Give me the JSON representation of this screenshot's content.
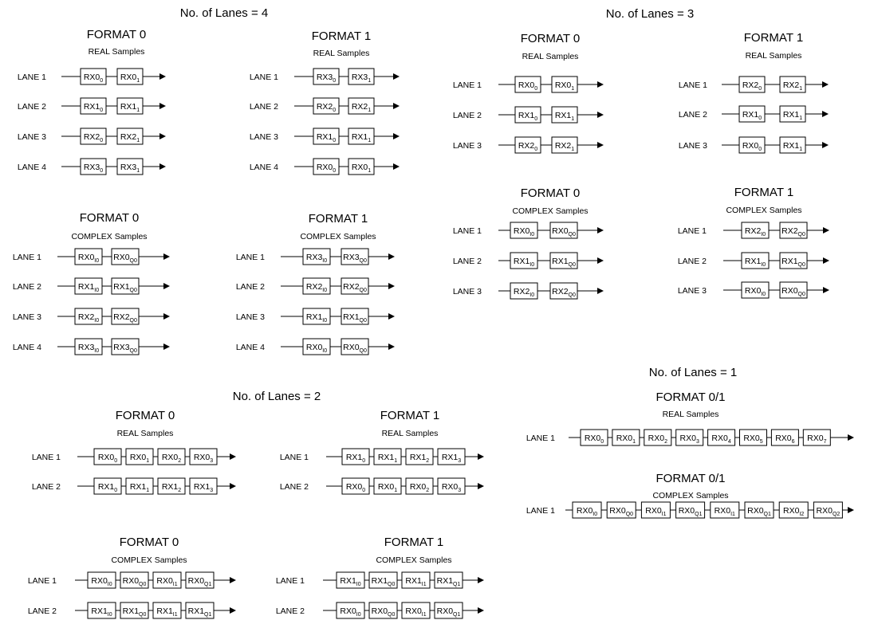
{
  "groups": [
    {
      "id": "lanes-4",
      "title": "No. of Lanes = 4",
      "blocks": [
        {
          "format": "FORMAT 0",
          "subtitle": "REAL Samples",
          "lanes": [
            {
              "label": "LANE 1",
              "cells": [
                [
                  "RX0",
                  "0"
                ],
                [
                  "RX0",
                  "1"
                ]
              ]
            },
            {
              "label": "LANE 2",
              "cells": [
                [
                  "RX1",
                  "0"
                ],
                [
                  "RX1",
                  "1"
                ]
              ]
            },
            {
              "label": "LANE 3",
              "cells": [
                [
                  "RX2",
                  "0"
                ],
                [
                  "RX2",
                  "1"
                ]
              ]
            },
            {
              "label": "LANE 4",
              "cells": [
                [
                  "RX3",
                  "0"
                ],
                [
                  "RX3",
                  "1"
                ]
              ]
            }
          ]
        },
        {
          "format": "FORMAT 1",
          "subtitle": "REAL Samples",
          "lanes": [
            {
              "label": "LANE 1",
              "cells": [
                [
                  "RX3",
                  "0"
                ],
                [
                  "RX3",
                  "1"
                ]
              ]
            },
            {
              "label": "LANE 2",
              "cells": [
                [
                  "RX2",
                  "0"
                ],
                [
                  "RX2",
                  "1"
                ]
              ]
            },
            {
              "label": "LANE 3",
              "cells": [
                [
                  "RX1",
                  "0"
                ],
                [
                  "RX1",
                  "1"
                ]
              ]
            },
            {
              "label": "LANE 4",
              "cells": [
                [
                  "RX0",
                  "0"
                ],
                [
                  "RX0",
                  "1"
                ]
              ]
            }
          ]
        },
        {
          "format": "FORMAT 0",
          "subtitle": "COMPLEX Samples",
          "lanes": [
            {
              "label": "LANE 1",
              "cells": [
                [
                  "RX0",
                  "I0"
                ],
                [
                  "RX0",
                  "Q0"
                ]
              ]
            },
            {
              "label": "LANE 2",
              "cells": [
                [
                  "RX1",
                  "I0"
                ],
                [
                  "RX1",
                  "Q0"
                ]
              ]
            },
            {
              "label": "LANE 3",
              "cells": [
                [
                  "RX2",
                  "I0"
                ],
                [
                  "RX2",
                  "Q0"
                ]
              ]
            },
            {
              "label": "LANE 4",
              "cells": [
                [
                  "RX3",
                  "I0"
                ],
                [
                  "RX3",
                  "Q0"
                ]
              ]
            }
          ]
        },
        {
          "format": "FORMAT 1",
          "subtitle": "COMPLEX Samples",
          "lanes": [
            {
              "label": "LANE 1",
              "cells": [
                [
                  "RX3",
                  "I0"
                ],
                [
                  "RX3",
                  "Q0"
                ]
              ]
            },
            {
              "label": "LANE 2",
              "cells": [
                [
                  "RX2",
                  "I0"
                ],
                [
                  "RX2",
                  "Q0"
                ]
              ]
            },
            {
              "label": "LANE 3",
              "cells": [
                [
                  "RX1",
                  "I0"
                ],
                [
                  "RX1",
                  "Q0"
                ]
              ]
            },
            {
              "label": "LANE 4",
              "cells": [
                [
                  "RX0",
                  "I0"
                ],
                [
                  "RX0",
                  "Q0"
                ]
              ]
            }
          ]
        }
      ]
    },
    {
      "id": "lanes-3",
      "title": "No. of Lanes = 3",
      "blocks": [
        {
          "format": "FORMAT 0",
          "subtitle": "REAL Samples",
          "lanes": [
            {
              "label": "LANE 1",
              "cells": [
                [
                  "RX0",
                  "0"
                ],
                [
                  "RX0",
                  "1"
                ]
              ]
            },
            {
              "label": "LANE 2",
              "cells": [
                [
                  "RX1",
                  "0"
                ],
                [
                  "RX1",
                  "1"
                ]
              ]
            },
            {
              "label": "LANE 3",
              "cells": [
                [
                  "RX2",
                  "0"
                ],
                [
                  "RX2",
                  "1"
                ]
              ]
            }
          ]
        },
        {
          "format": "FORMAT 1",
          "subtitle": "REAL Samples",
          "lanes": [
            {
              "label": "LANE 1",
              "cells": [
                [
                  "RX2",
                  "0"
                ],
                [
                  "RX2",
                  "1"
                ]
              ]
            },
            {
              "label": "LANE 2",
              "cells": [
                [
                  "RX1",
                  "0"
                ],
                [
                  "RX1",
                  "1"
                ]
              ]
            },
            {
              "label": "LANE 3",
              "cells": [
                [
                  "RX0",
                  "0"
                ],
                [
                  "RX1",
                  "1"
                ]
              ]
            }
          ]
        },
        {
          "format": "FORMAT 0",
          "subtitle": "COMPLEX Samples",
          "lanes": [
            {
              "label": "LANE 1",
              "cells": [
                [
                  "RX0",
                  "I0"
                ],
                [
                  "RX0",
                  "Q0"
                ]
              ]
            },
            {
              "label": "LANE 2",
              "cells": [
                [
                  "RX1",
                  "I0"
                ],
                [
                  "RX1",
                  "Q0"
                ]
              ]
            },
            {
              "label": "LANE 3",
              "cells": [
                [
                  "RX2",
                  "I0"
                ],
                [
                  "RX2",
                  "Q0"
                ]
              ]
            }
          ]
        },
        {
          "format": "FORMAT 1",
          "subtitle": "COMPLEX Samples",
          "lanes": [
            {
              "label": "LANE 1",
              "cells": [
                [
                  "RX2",
                  "I0"
                ],
                [
                  "RX2",
                  "Q0"
                ]
              ]
            },
            {
              "label": "LANE 2",
              "cells": [
                [
                  "RX1",
                  "I0"
                ],
                [
                  "RX1",
                  "Q0"
                ]
              ]
            },
            {
              "label": "LANE 3",
              "cells": [
                [
                  "RX0",
                  "I0"
                ],
                [
                  "RX0",
                  "Q0"
                ]
              ]
            }
          ]
        }
      ]
    },
    {
      "id": "lanes-2",
      "title": "No. of Lanes = 2",
      "blocks": [
        {
          "format": "FORMAT 0",
          "subtitle": "REAL Samples",
          "lanes": [
            {
              "label": "LANE 1",
              "cells": [
                [
                  "RX0",
                  "0"
                ],
                [
                  "RX0",
                  "1"
                ],
                [
                  "RX0",
                  "2"
                ],
                [
                  "RX0",
                  "3"
                ]
              ]
            },
            {
              "label": "LANE 2",
              "cells": [
                [
                  "RX1",
                  "0"
                ],
                [
                  "RX1",
                  "1"
                ],
                [
                  "RX1",
                  "2"
                ],
                [
                  "RX1",
                  "3"
                ]
              ]
            }
          ]
        },
        {
          "format": "FORMAT 1",
          "subtitle": "REAL Samples",
          "lanes": [
            {
              "label": "LANE 1",
              "cells": [
                [
                  "RX1",
                  "0"
                ],
                [
                  "RX1",
                  "1"
                ],
                [
                  "RX1",
                  "2"
                ],
                [
                  "RX1",
                  "3"
                ]
              ]
            },
            {
              "label": "LANE 2",
              "cells": [
                [
                  "RX0",
                  "0"
                ],
                [
                  "RX0",
                  "1"
                ],
                [
                  "RX0",
                  "2"
                ],
                [
                  "RX0",
                  "3"
                ]
              ]
            }
          ]
        },
        {
          "format": "FORMAT 0",
          "subtitle": "COMPLEX Samples",
          "lanes": [
            {
              "label": "LANE 1",
              "cells": [
                [
                  "RX0",
                  "I0"
                ],
                [
                  "RX0",
                  "Q0"
                ],
                [
                  "RX0",
                  "I1"
                ],
                [
                  "RX0",
                  "Q1"
                ]
              ]
            },
            {
              "label": "LANE 2",
              "cells": [
                [
                  "RX1",
                  "I0"
                ],
                [
                  "RX1",
                  "Q0"
                ],
                [
                  "RX1",
                  "I1"
                ],
                [
                  "RX1",
                  "Q1"
                ]
              ]
            }
          ]
        },
        {
          "format": "FORMAT 1",
          "subtitle": "COMPLEX Samples",
          "lanes": [
            {
              "label": "LANE 1",
              "cells": [
                [
                  "RX1",
                  "I0"
                ],
                [
                  "RX1",
                  "Q0"
                ],
                [
                  "RX1",
                  "I1"
                ],
                [
                  "RX1",
                  "Q1"
                ]
              ]
            },
            {
              "label": "LANE 2",
              "cells": [
                [
                  "RX0",
                  "I0"
                ],
                [
                  "RX0",
                  "Q0"
                ],
                [
                  "RX0",
                  "I1"
                ],
                [
                  "RX0",
                  "Q1"
                ]
              ]
            }
          ]
        }
      ]
    },
    {
      "id": "lanes-1",
      "title": "No. of Lanes = 1",
      "blocks": [
        {
          "format": "FORMAT 0/1",
          "subtitle": "REAL Samples",
          "lanes": [
            {
              "label": "LANE 1",
              "cells": [
                [
                  "RX0",
                  "0"
                ],
                [
                  "RX0",
                  "1"
                ],
                [
                  "RX0",
                  "2"
                ],
                [
                  "RX0",
                  "3"
                ],
                [
                  "RX0",
                  "4"
                ],
                [
                  "RX0",
                  "5"
                ],
                [
                  "RX0",
                  "6"
                ],
                [
                  "RX0",
                  "7"
                ]
              ]
            }
          ]
        },
        {
          "format": "FORMAT 0/1",
          "subtitle": "COMPLEX Samples",
          "lanes": [
            {
              "label": "LANE 1",
              "cells": [
                [
                  "RX0",
                  "I0"
                ],
                [
                  "RX0",
                  "Q0"
                ],
                [
                  "RX0",
                  "I1"
                ],
                [
                  "RX0",
                  "Q1"
                ],
                [
                  "RX0",
                  "I1"
                ],
                [
                  "RX0",
                  "Q1"
                ],
                [
                  "RX0",
                  "I2"
                ],
                [
                  "RX0",
                  "Q2"
                ]
              ]
            }
          ]
        }
      ]
    }
  ]
}
